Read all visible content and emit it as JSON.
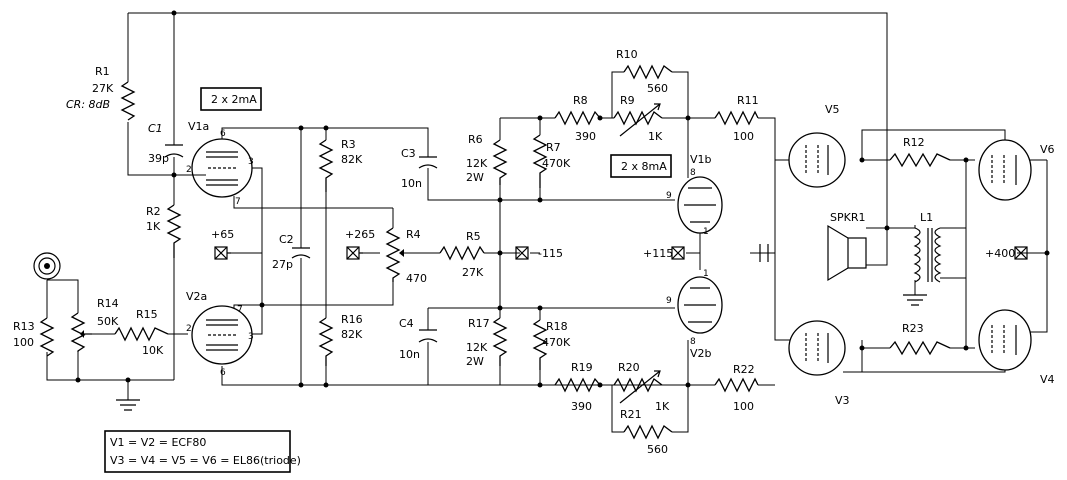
{
  "labels": {
    "R1": "R1",
    "R1_val": "27K",
    "R1_note": "CR: 8dB",
    "C1": "C1",
    "C1_val": "39p",
    "V1a": "V1a",
    "R2": "R2",
    "R2_val": "1K",
    "R3": "R3",
    "R3_val": "82K",
    "R16": "R16",
    "R16_val": "82K",
    "C2": "C2",
    "C2_val": "27p",
    "C3": "C3",
    "C3_val": "10n",
    "C4": "C4",
    "C4_val": "10n",
    "R4": "R4",
    "R4_val": "470",
    "R5": "R5",
    "R5_val": "27K",
    "R6": "R6",
    "R6_val": "12K",
    "R6_val2": "2W",
    "R7": "R7",
    "R7_val": "470K",
    "R8": "R8",
    "R8_val": "390",
    "R9": "R9",
    "R9_val": "1K",
    "R10": "R10",
    "R10_val": "560",
    "R11": "R11",
    "R11_val": "100",
    "R12": "R12",
    "R23": "R23",
    "R13": "R13",
    "R13_val": "100",
    "R14": "R14",
    "R14_val": "50K",
    "R15": "R15",
    "R15_val": "10K",
    "R17": "R17",
    "R17_val": "12K",
    "R17_val2": "2W",
    "R18": "R18",
    "R18_val": "470K",
    "R19": "R19",
    "R19_val": "390",
    "R20": "R20",
    "R20_val": "1K",
    "R21": "R21",
    "R21_val": "560",
    "R22": "R22",
    "R22_val": "100",
    "V1b": "V1b",
    "V2a": "V2a",
    "V2b": "V2b",
    "V3": "V3",
    "V4": "V4",
    "V5": "V5",
    "V6": "V6",
    "SPKR1": "SPKR1",
    "L1": "L1",
    "box_2x2mA": "2 x 2mA",
    "box_2x8mA": "2 x 8mA",
    "rail_p65": "+65",
    "rail_p265": "+265",
    "rail_m115": "-115",
    "rail_p115": "+115",
    "rail_p400": "+400",
    "legend_line1": "V1 = V2 = ECF80",
    "legend_line2": "V3 = V4 = V5 = V6 = EL86(triode)"
  },
  "pins": {
    "v1a_6": "6",
    "v1a_3": "3",
    "v1a_2": "2",
    "v1a_7": "7",
    "v2a_7": "7",
    "v2a_2": "2",
    "v2a_3": "3",
    "v2a_6": "6",
    "v1b_8": "8",
    "v1b_9": "9",
    "v1b_1": "1",
    "v2b_1": "1",
    "v2b_9": "9",
    "v2b_8": "8"
  }
}
